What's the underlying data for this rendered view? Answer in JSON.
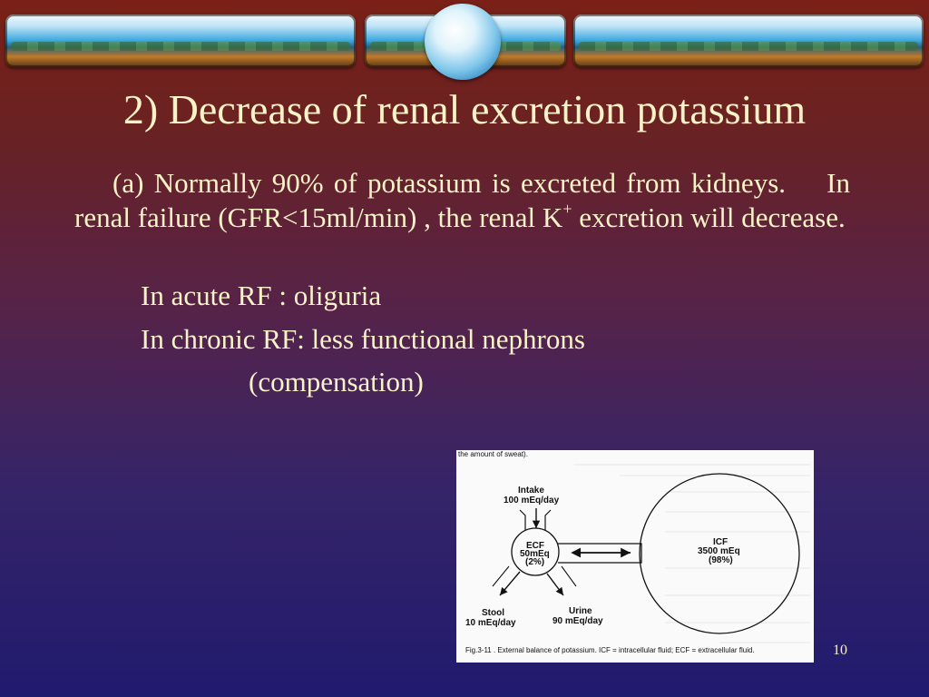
{
  "title": "2) Decrease of renal excretion potassium",
  "paragraph": {
    "part1": "(a) Normally 90% of potassium is excreted from kidneys.    In renal failure (GFR<15ml/min) , the renal K",
    "sup": "+",
    "part2": " excretion will decrease."
  },
  "lines": {
    "acute": "In acute RF : oliguria",
    "chronic": "In chronic RF: less functional nephrons",
    "compensation": "(compensation)"
  },
  "figure": {
    "top_text": "the amount of sweat).",
    "intake": "Intake",
    "intake_value": "100 mEq/day",
    "ecf": "ECF",
    "ecf_value": "50mEq",
    "ecf_pct": "(2%)",
    "icf": "ICF",
    "icf_value": "3500 mEq",
    "icf_pct": "(98%)",
    "stool": "Stool",
    "stool_value": "10 mEq/day",
    "urine": "Urine",
    "urine_value": "90 mEq/day",
    "caption": "Fig.3-11 . External balance of potassium. ICF = intracellular fluid; ECF = extracellular fluid."
  },
  "slide_number": "10"
}
